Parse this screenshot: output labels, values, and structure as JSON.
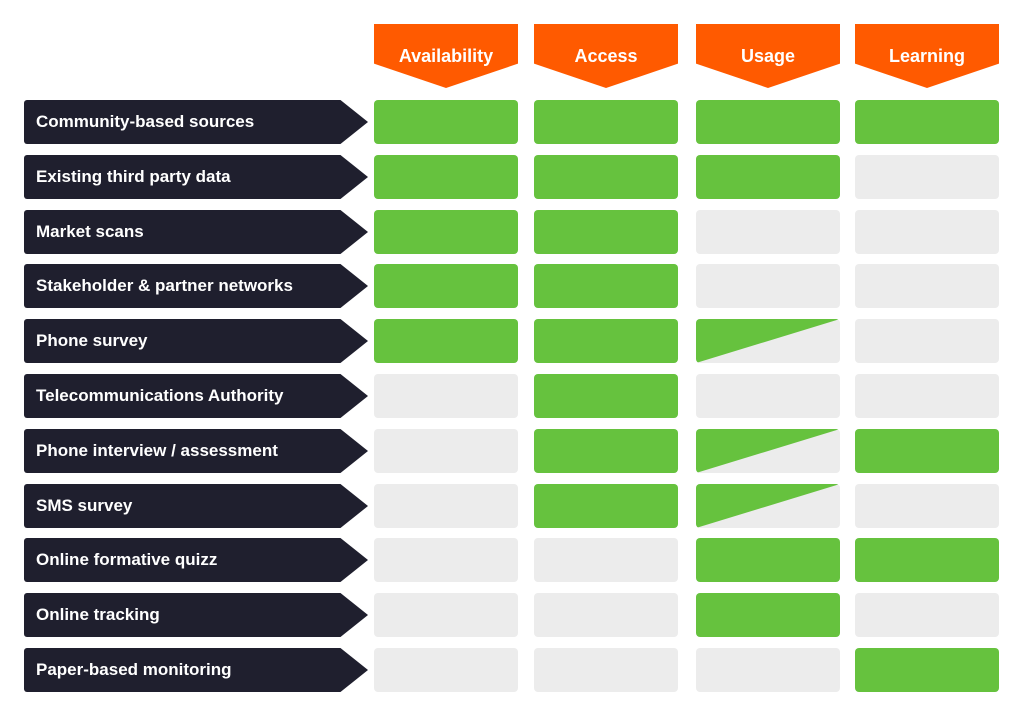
{
  "columns": [
    "Availability",
    "Access",
    "Usage",
    "Learning"
  ],
  "rows": [
    {
      "label": "Community-based sources",
      "cells": [
        "full",
        "full",
        "full",
        "full"
      ]
    },
    {
      "label": "Existing third party data",
      "cells": [
        "full",
        "full",
        "full",
        "none"
      ]
    },
    {
      "label": "Market scans",
      "cells": [
        "full",
        "full",
        "none",
        "none"
      ]
    },
    {
      "label": "Stakeholder & partner networks",
      "cells": [
        "full",
        "full",
        "none",
        "none"
      ]
    },
    {
      "label": "Phone survey",
      "cells": [
        "full",
        "full",
        "partial",
        "none"
      ]
    },
    {
      "label": "Telecommunications Authority",
      "cells": [
        "none",
        "full",
        "none",
        "none"
      ]
    },
    {
      "label": "Phone interview / assessment",
      "cells": [
        "none",
        "full",
        "partial",
        "full"
      ]
    },
    {
      "label": "SMS survey",
      "cells": [
        "none",
        "full",
        "partial",
        "none"
      ]
    },
    {
      "label": "Online formative quizz",
      "cells": [
        "none",
        "none",
        "full",
        "full"
      ]
    },
    {
      "label": "Online tracking",
      "cells": [
        "none",
        "none",
        "full",
        "none"
      ]
    },
    {
      "label": "Paper-based monitoring",
      "cells": [
        "none",
        "none",
        "none",
        "full"
      ]
    }
  ],
  "colors": {
    "header": "#ff5a00",
    "row_label": "#1f1f2e",
    "full": "#66c23e",
    "empty": "#ececec"
  }
}
